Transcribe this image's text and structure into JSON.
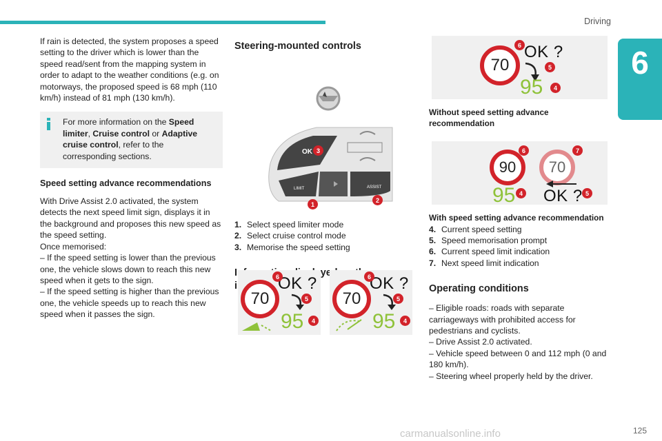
{
  "header": {
    "section": "Driving",
    "chapter": "6",
    "page": "125"
  },
  "watermark": "carmanualsonline.info",
  "col1": {
    "p1": "If rain is detected, the system proposes a speed setting to the driver which is lower than the speed read/sent from the mapping system in order to adapt to the weather conditions (e.g. on motorways, the proposed speed is 68 mph (110 km/h) instead of 81 mph (130 km/h).",
    "info": {
      "pre": "For more information on the ",
      "b1": "Speed limiter",
      "sep1": ", ",
      "b2": "Cruise control",
      "sep2": " or ",
      "b3": "Adaptive cruise control",
      "post": ", refer to the corresponding sections."
    },
    "h_advance": "Speed setting advance recommendations",
    "p2": "With Drive Assist 2.0 activated, the system detects the next speed limit sign, displays it in the background and proposes this new speed as the speed setting.",
    "p3": "Once memorised:",
    "p4": "– If the speed setting is lower than the previous one, the vehicle slows down to reach this new speed when it gets to the sign.",
    "p5": "– If the speed setting is higher than the previous one, the vehicle speeds up to reach this new speed when it passes the sign."
  },
  "col2": {
    "h_controls": "Steering-mounted controls",
    "buttons": {
      "ok": "OK",
      "limit": "LIMIT",
      "assist": "ASSIST"
    },
    "list": [
      {
        "n": "1.",
        "text": "Select speed limiter mode"
      },
      {
        "n": "2.",
        "text": "Select cruise control mode"
      },
      {
        "n": "3.",
        "text": "Memorise the speed setting"
      }
    ],
    "h_info": "Information displayed on the instrument panel"
  },
  "clusters": [
    {
      "limit": "70",
      "ok": "OK ?",
      "speed": "95",
      "b6": "6",
      "b5": "5",
      "b4": "4"
    },
    {
      "limit": "70",
      "ok": "OK ?",
      "speed": "95",
      "b6": "6",
      "b5": "5",
      "b4": "4"
    }
  ],
  "col3": {
    "fig1": {
      "limit": "70",
      "ok": "OK ?",
      "speed": "95",
      "b6": "6",
      "b5": "5",
      "b4": "4"
    },
    "caption1": "Without speed setting advance recommendation",
    "fig2": {
      "limit_current": "90",
      "limit_next": "70",
      "speed": "95",
      "ok": "OK ?",
      "b6": "6",
      "b7": "7",
      "b4": "4",
      "b5": "5"
    },
    "caption2": "With speed setting advance recommendation",
    "list": [
      {
        "n": "4.",
        "text": "Current speed setting"
      },
      {
        "n": "5.",
        "text": "Speed memorisation prompt"
      },
      {
        "n": "6.",
        "text": "Current speed limit indication"
      },
      {
        "n": "7.",
        "text": "Next speed limit indication"
      }
    ],
    "h_conditions": "Operating conditions",
    "c1": "– Eligible roads: roads with separate carriageways with prohibited access for pedestrians and cyclists.",
    "c2": "– Drive Assist 2.0 activated.",
    "c3": "– Vehicle speed between 0 and 112 mph (0 and 180 km/h).",
    "c4": "– Steering wheel properly held by the driver."
  },
  "colors": {
    "accent": "#2bb3b8",
    "sign_red": "#d2232a",
    "speed_green": "#8fc23a"
  }
}
